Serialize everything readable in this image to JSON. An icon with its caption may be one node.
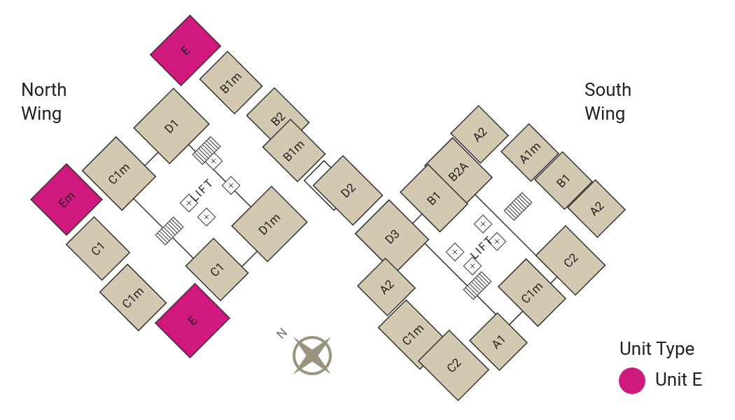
{
  "diagram": {
    "nodes": [
      {
        "text": [
          "E"
        ]
      },
      {
        "text": [
          "B1m"
        ]
      },
      {
        "text": [
          "D1"
        ]
      },
      {
        "text": [
          "B2"
        ]
      },
      {
        "text": [
          "B1m"
        ]
      },
      {
        "text": [
          "C1m"
        ]
      },
      {
        "text": [
          "Em"
        ]
      },
      {
        "text": [
          "D1m"
        ]
      },
      {
        "text": [
          "C1"
        ]
      },
      {
        "text": [
          "C1"
        ]
      },
      {
        "text": [
          "C1m"
        ]
      },
      {
        "text": [
          "E"
        ]
      },
      {
        "text": [
          "D2"
        ]
      },
      {
        "text": [
          "D3"
        ]
      },
      {
        "text": [
          "A2"
        ]
      },
      {
        "text": [
          "A2"
        ]
      },
      {
        "text": [
          "A1m"
        ]
      },
      {
        "text": [
          "B2A"
        ]
      },
      {
        "text": [
          "B1"
        ]
      },
      {
        "text": [
          "B1"
        ]
      },
      {
        "text": [
          "A2"
        ]
      },
      {
        "text": [
          "C2"
        ]
      },
      {
        "text": [
          "C1m"
        ]
      },
      {
        "text": [
          "C1m"
        ]
      },
      {
        "text": [
          "A1"
        ]
      },
      {
        "text": [
          "C2"
        ]
      }
    ],
    "edges": [],
    "labels": [
      "North Wing",
      "South Wing",
      "LIFT",
      "LIFT",
      "N",
      "Unit Type"
    ],
    "legend": [
      {
        "text": "Unit E",
        "color": "#d0197f"
      }
    ]
  }
}
